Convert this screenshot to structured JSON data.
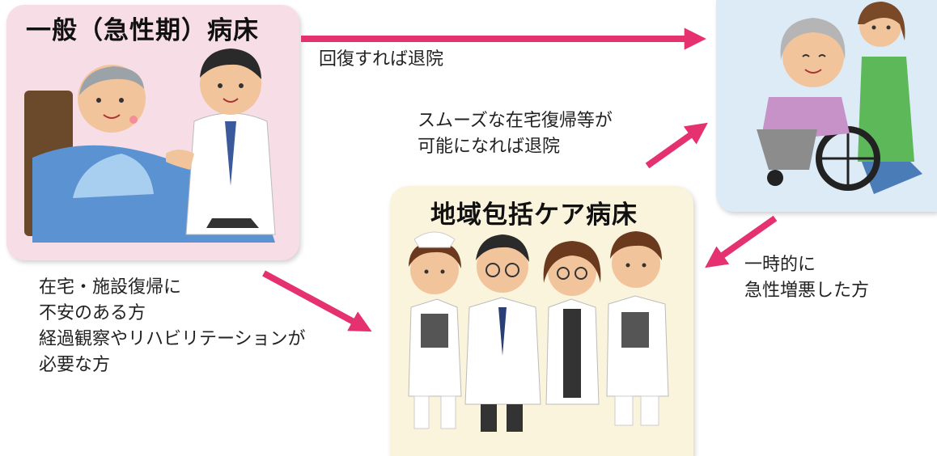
{
  "boxes": {
    "acute": {
      "title": "一般（急性期）病床",
      "color": "#f7dde6"
    },
    "community": {
      "title": "地域包括ケア病床",
      "color": "#fbf4dd"
    },
    "home": {
      "color": "#dcebf5"
    }
  },
  "arrows": {
    "color": "#e5316f",
    "acute_to_home": {
      "label": "回復すれば退院"
    },
    "community_to_home": {
      "label_lines": [
        "スムーズな在宅復帰等が",
        "可能になれば退院"
      ]
    },
    "acute_to_community": {
      "label_lines": [
        "在宅・施設復帰に",
        "不安のある方",
        "経過観察やリハビリテーションが",
        "必要な方"
      ]
    },
    "home_to_community": {
      "label_lines": [
        "一時的に",
        "急性増悪した方"
      ]
    }
  },
  "icons": [
    "elderly-patient-in-bed-icon",
    "doctor-icon",
    "elderly-woman-wheelchair-icon",
    "caregiver-icon",
    "nurse-icon",
    "doctor-glasses-icon",
    "female-doctor-icon",
    "male-nurse-icon"
  ]
}
